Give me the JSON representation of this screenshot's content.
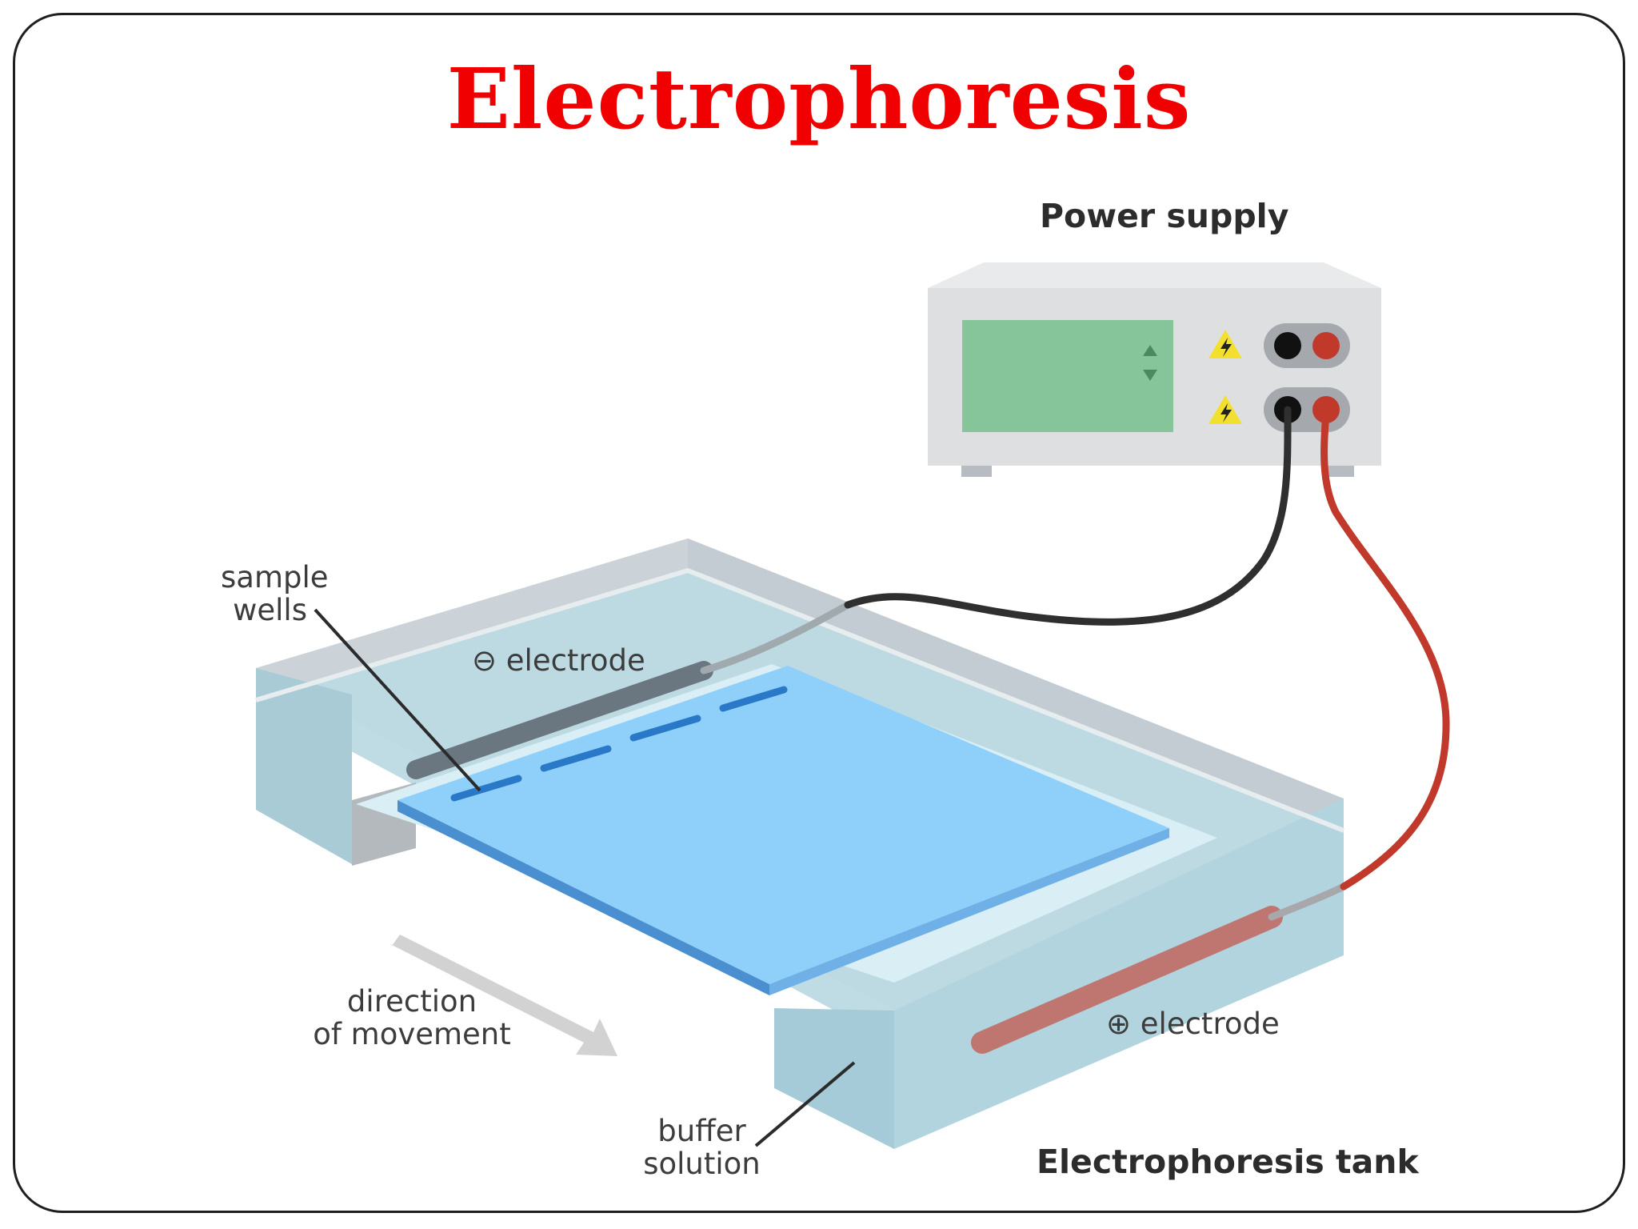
{
  "title": "Electrophoresis",
  "labels": {
    "power_supply": "Power supply",
    "sample_wells_line1": "sample",
    "sample_wells_line2": "wells",
    "neg_electrode_symbol": "⊖",
    "neg_electrode": "electrode",
    "pos_electrode_symbol": "⊕",
    "pos_electrode": "electrode",
    "direction_line1": "direction",
    "direction_line2": "of movement",
    "buffer_line1": "buffer",
    "buffer_line2": "solution",
    "tank": "Electrophoresis tank"
  },
  "colors": {
    "title": "#f00000",
    "gel": "#8fd0fb",
    "buffer": "#b9dbe6",
    "display": "#86c59a",
    "negative_wire": "#2f2f2f",
    "positive_wire": "#c0392b",
    "warning": "#f3df2e"
  }
}
